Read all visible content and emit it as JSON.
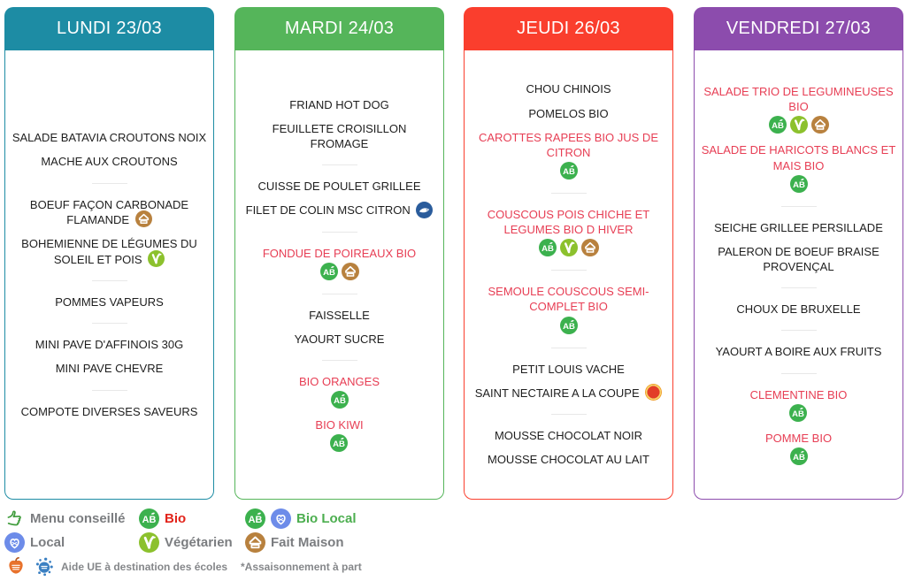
{
  "days": [
    {
      "title": "LUNDI 23/03",
      "color": "#1d8ca4",
      "groups": [
        [
          {
            "text": "SALADE BATAVIA CROUTONS NOIX"
          },
          {
            "text": "MACHE AUX CROUTONS"
          }
        ],
        [
          {
            "text": "BOEUF FAÇON CARBONADE FLAMANDE",
            "inline": [
              "fait-maison"
            ]
          },
          {
            "text": "BOHEMIENNE DE LÉGUMES DU SOLEIL ET POIS",
            "inline": [
              "vegetarien"
            ]
          }
        ],
        [
          {
            "text": "POMMES VAPEURS"
          }
        ],
        [
          {
            "text": "MINI PAVE D'AFFINOIS 30G"
          },
          {
            "text": "MINI PAVE CHEVRE"
          }
        ],
        [
          {
            "text": "COMPOTE DIVERSES SAVEURS"
          }
        ]
      ]
    },
    {
      "title": "MARDI 24/03",
      "color": "#55b55a",
      "groups": [
        [
          {
            "text": "FRIAND HOT DOG"
          },
          {
            "text": "FEUILLETE CROISILLON FROMAGE"
          }
        ],
        [
          {
            "text": "CUISSE DE POULET GRILLEE"
          },
          {
            "text": "FILET DE COLIN MSC CITRON",
            "inline": [
              "msc"
            ]
          }
        ],
        [
          {
            "text": "FONDUE DE POIREAUX BIO",
            "red": true,
            "below": [
              "bio",
              "fait-maison"
            ]
          }
        ],
        [
          {
            "text": "FAISSELLE"
          },
          {
            "text": "YAOURT SUCRE"
          }
        ],
        [
          {
            "text": "BIO ORANGES",
            "red": true,
            "below": [
              "bio"
            ]
          },
          {
            "text": "BIO KIWI",
            "red": true,
            "below": [
              "bio"
            ]
          }
        ]
      ]
    },
    {
      "title": "JEUDI 26/03",
      "color": "#fa3e2d",
      "groups": [
        [
          {
            "text": "CHOU CHINOIS"
          },
          {
            "text": "POMELOS BIO"
          },
          {
            "text": "CAROTTES RAPEES BIO JUS DE CITRON",
            "red": true,
            "below": [
              "bio"
            ]
          }
        ],
        [
          {
            "text": "COUSCOUS POIS CHICHE ET LEGUMES BIO D HIVER",
            "red": true,
            "below": [
              "bio",
              "vegetarien",
              "fait-maison"
            ]
          }
        ],
        [
          {
            "text": "SEMOULE COUSCOUS SEMI-COMPLET BIO",
            "red": true,
            "below": [
              "bio"
            ]
          }
        ],
        [
          {
            "text": "PETIT LOUIS VACHE"
          },
          {
            "text": "SAINT NECTAIRE A LA COUPE",
            "inline": [
              "aop"
            ]
          }
        ],
        [
          {
            "text": "MOUSSE CHOCOLAT NOIR"
          },
          {
            "text": "MOUSSE CHOCOLAT AU LAIT"
          }
        ]
      ]
    },
    {
      "title": "VENDREDI 27/03",
      "color": "#8c4cad",
      "groups": [
        [
          {
            "text": "SALADE TRIO DE LEGUMINEUSES BIO",
            "red": true,
            "below": [
              "bio",
              "vegetarien",
              "fait-maison"
            ]
          },
          {
            "text": "SALADE DE HARICOTS BLANCS ET MAIS BIO",
            "red": true,
            "below": [
              "bio"
            ]
          }
        ],
        [
          {
            "text": "SEICHE GRILLEE PERSILLADE"
          },
          {
            "text": "PALERON DE BOEUF BRAISE PROVENÇAL"
          }
        ],
        [
          {
            "text": "CHOUX DE BRUXELLE"
          }
        ],
        [
          {
            "text": "YAOURT A BOIRE AUX FRUITS"
          }
        ],
        [
          {
            "text": "CLEMENTINE BIO",
            "red": true,
            "below": [
              "bio"
            ]
          },
          {
            "text": "POMME BIO",
            "red": true,
            "below": [
              "bio"
            ]
          }
        ]
      ]
    }
  ],
  "legend": {
    "rows": [
      [
        {
          "icons": [
            "menu-conseille"
          ],
          "label": "Menu conseillé"
        },
        {
          "icons": [
            "bio"
          ],
          "label": "Bio",
          "label_color": "#e2231a"
        },
        {
          "icons": [
            "bio",
            "local"
          ],
          "label": "Bio Local",
          "label_color": "#4cae4f"
        }
      ],
      [
        {
          "icons": [
            "local"
          ],
          "label": "Local"
        },
        {
          "icons": [
            "vegetarien"
          ],
          "label": "Végétarien"
        },
        {
          "icons": [
            "fait-maison"
          ],
          "label": "Fait Maison"
        }
      ],
      [
        {
          "icons": [
            "fruit-ue",
            "lait-ue"
          ],
          "label": "Aide UE à destination des écoles",
          "small": true
        },
        {
          "icons": [],
          "label": "*Assaisonnement à part",
          "small": true
        }
      ]
    ]
  },
  "colors": {
    "item_red": "#e73e54",
    "item_black": "#1e1e1e",
    "legend_gray": "#7b7d80",
    "badge_bio": "#3cb14e",
    "badge_vegetarien": "#8cc12d",
    "badge_fait_maison": "#b8813e",
    "badge_local": "#6d8ce9",
    "badge_msc": "#2a5c9c",
    "aop_outer": "#f0a02e",
    "aop_inner": "#e23d28",
    "menu_conseille_green": "#3f9c3b",
    "fruit_ue_orange": "#e8722c",
    "lait_ue_blue": "#3b80c2"
  }
}
